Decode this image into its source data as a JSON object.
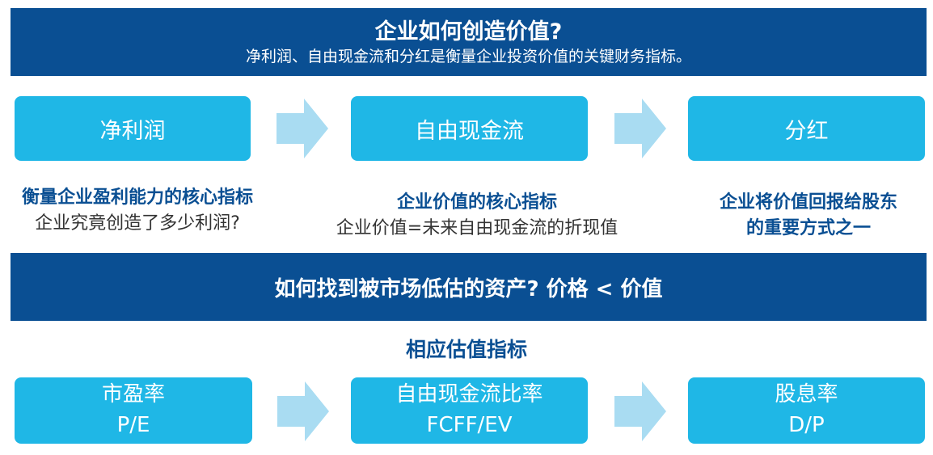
{
  "top_banner": {
    "title": "企业如何创造价值?",
    "subtitle": "净利润、自由现金流和分红是衡量企业投资价值的关键财务指标。"
  },
  "metrics": [
    {
      "label": "净利润",
      "desc_bold": "衡量企业盈利能力的核心指标",
      "desc_plain": "企业究竟创造了多少利润?"
    },
    {
      "label": "自由现金流",
      "desc_bold": "企业价值的核心指标",
      "desc_plain": "企业价值=未来自由现金流的折现值"
    },
    {
      "label": "分红",
      "desc_bold": "企业将价值回报给股东",
      "desc_bold2": "的重要方式之一"
    }
  ],
  "mid_banner": {
    "title": "如何找到被市场低估的资产?  价格 < 价值"
  },
  "valuation_heading": "相应估值指标",
  "valuation": [
    {
      "name": "市盈率",
      "abbr": "P/E"
    },
    {
      "name": "自由现金流比率",
      "abbr": "FCFF/EV"
    },
    {
      "name": "股息率",
      "abbr": "D/P"
    }
  ],
  "colors": {
    "dark_blue": "#0a4f93",
    "box_blue": "#1fb7e6",
    "arrow_blue": "#a9dcf2"
  }
}
